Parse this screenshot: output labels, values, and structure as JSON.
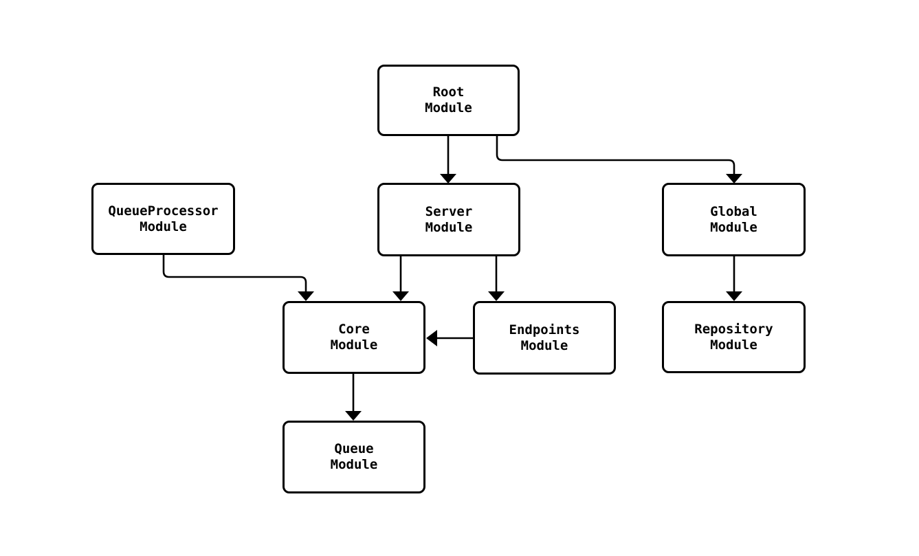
{
  "diagram": {
    "title": "module-dependency-diagram",
    "background_color": "#ffffff",
    "stroke_color": "#000000",
    "node_fill_color": "#ffffff",
    "text_color": "#000000",
    "nodes": [
      {
        "id": "root",
        "label": "Root\nModule"
      },
      {
        "id": "queueprocessor",
        "label": "QueueProcessor\nModule"
      },
      {
        "id": "server",
        "label": "Server\nModule"
      },
      {
        "id": "global",
        "label": "Global\nModule"
      },
      {
        "id": "core",
        "label": "Core\nModule"
      },
      {
        "id": "endpoints",
        "label": "Endpoints\nModule"
      },
      {
        "id": "repository",
        "label": "Repository\nModule"
      },
      {
        "id": "queue",
        "label": "Queue\nModule"
      }
    ],
    "edges": [
      {
        "from": "root",
        "to": "server"
      },
      {
        "from": "root",
        "to": "global"
      },
      {
        "from": "queueprocessor",
        "to": "core"
      },
      {
        "from": "server",
        "to": "core"
      },
      {
        "from": "server",
        "to": "endpoints"
      },
      {
        "from": "endpoints",
        "to": "core"
      },
      {
        "from": "global",
        "to": "repository"
      },
      {
        "from": "core",
        "to": "queue"
      }
    ]
  }
}
